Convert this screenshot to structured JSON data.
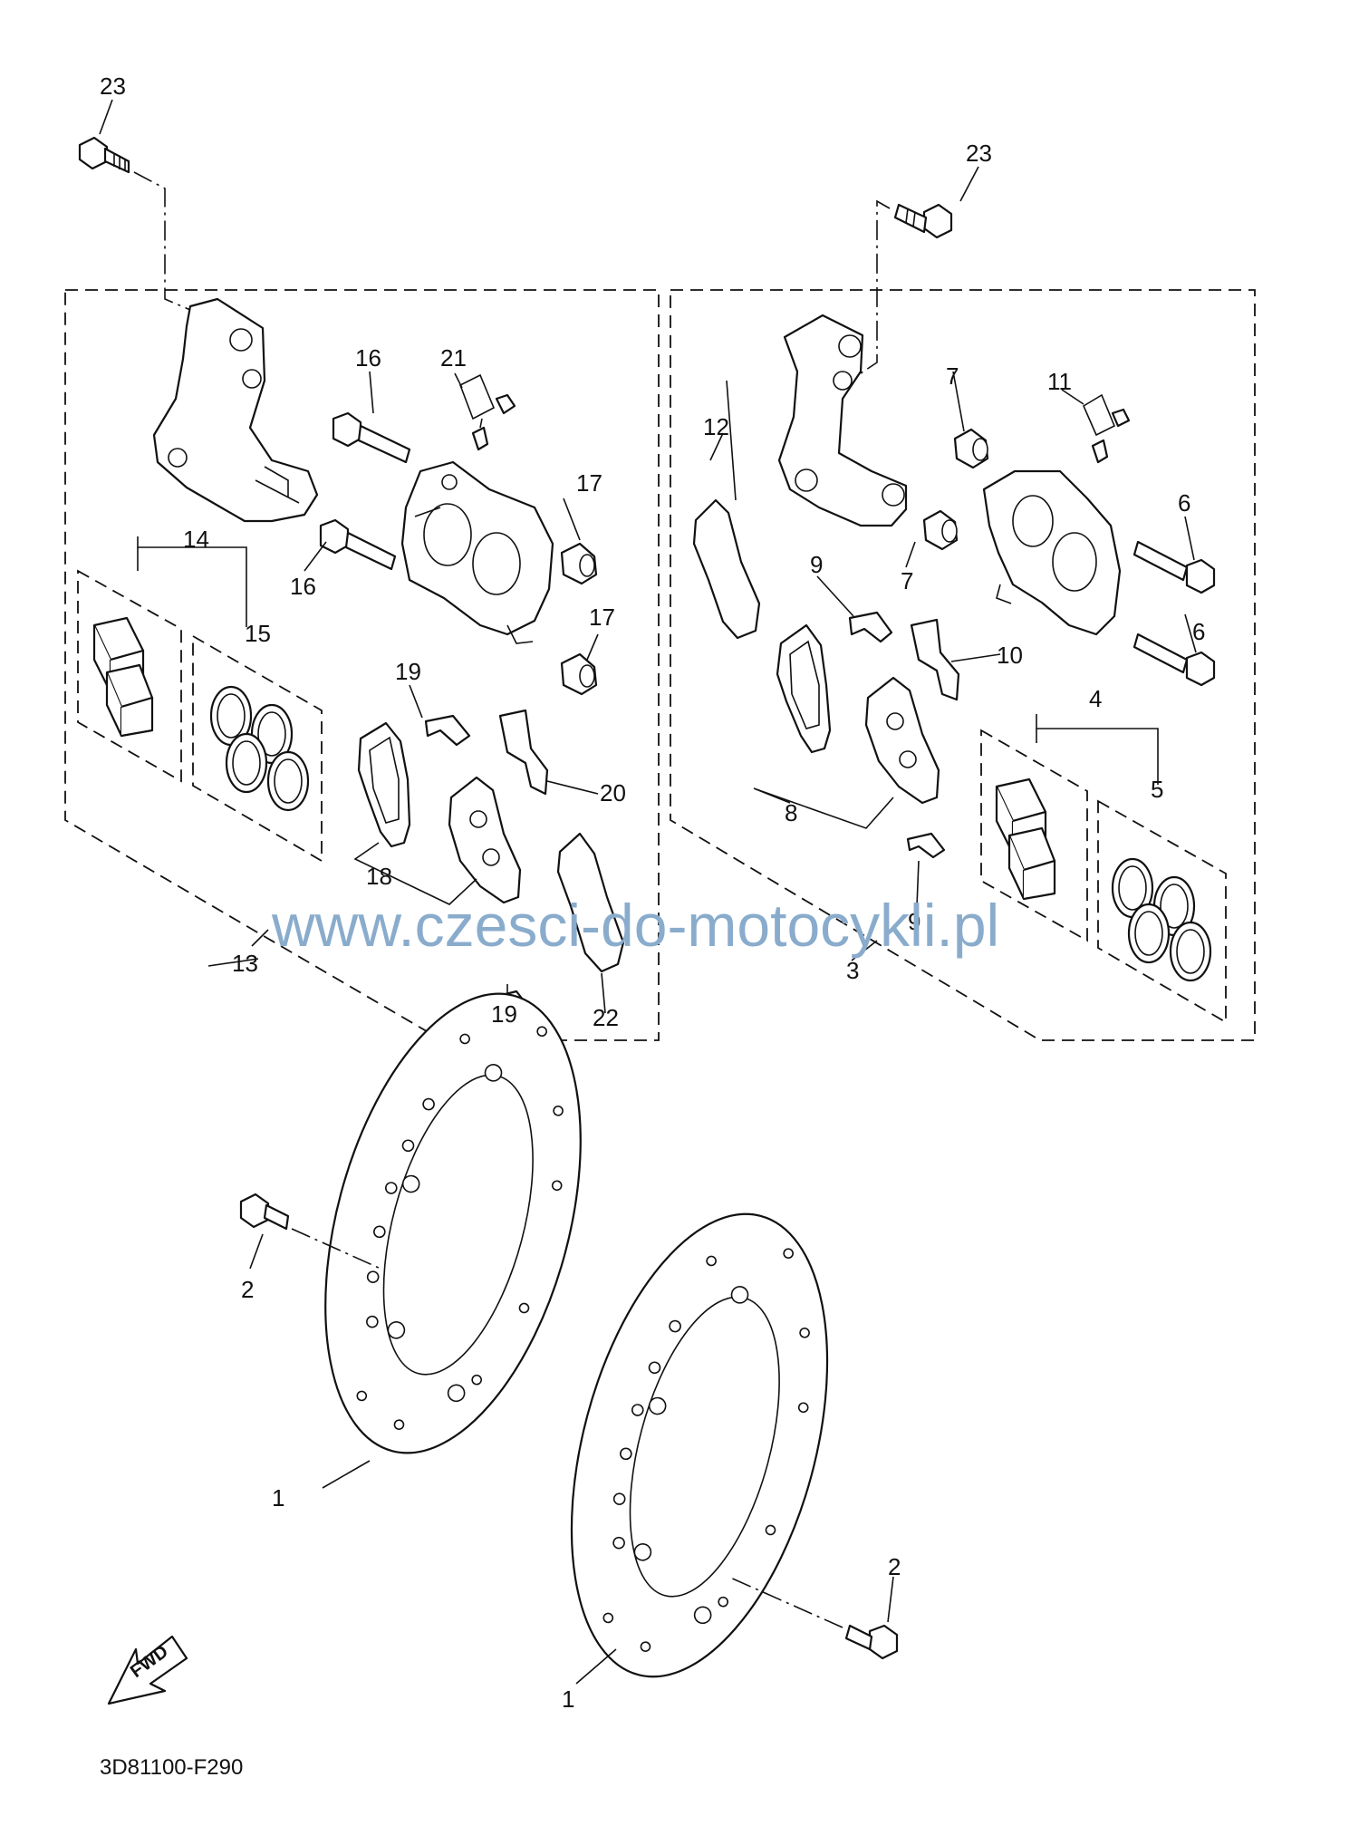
{
  "diagram_code": "3D81100-F290",
  "watermark": "www.czesci-do-motocykli.pl",
  "fwd_label": "FWD",
  "callouts": {
    "p1a": "1",
    "p1b": "1",
    "p2a": "2",
    "p2b": "2",
    "p3": "3",
    "p4": "4",
    "p5": "5",
    "p6a": "6",
    "p6b": "6",
    "p7a": "7",
    "p7b": "7",
    "p8": "8",
    "p9a": "9",
    "p9b": "9",
    "p10": "10",
    "p11": "11",
    "p12": "12",
    "p13": "13",
    "p14": "14",
    "p15": "15",
    "p16a": "16",
    "p16b": "16",
    "p17a": "17",
    "p17b": "17",
    "p18": "18",
    "p19a": "19",
    "p19b": "19",
    "p20": "20",
    "p21": "21",
    "p22": "22",
    "p23a": "23",
    "p23b": "23"
  }
}
